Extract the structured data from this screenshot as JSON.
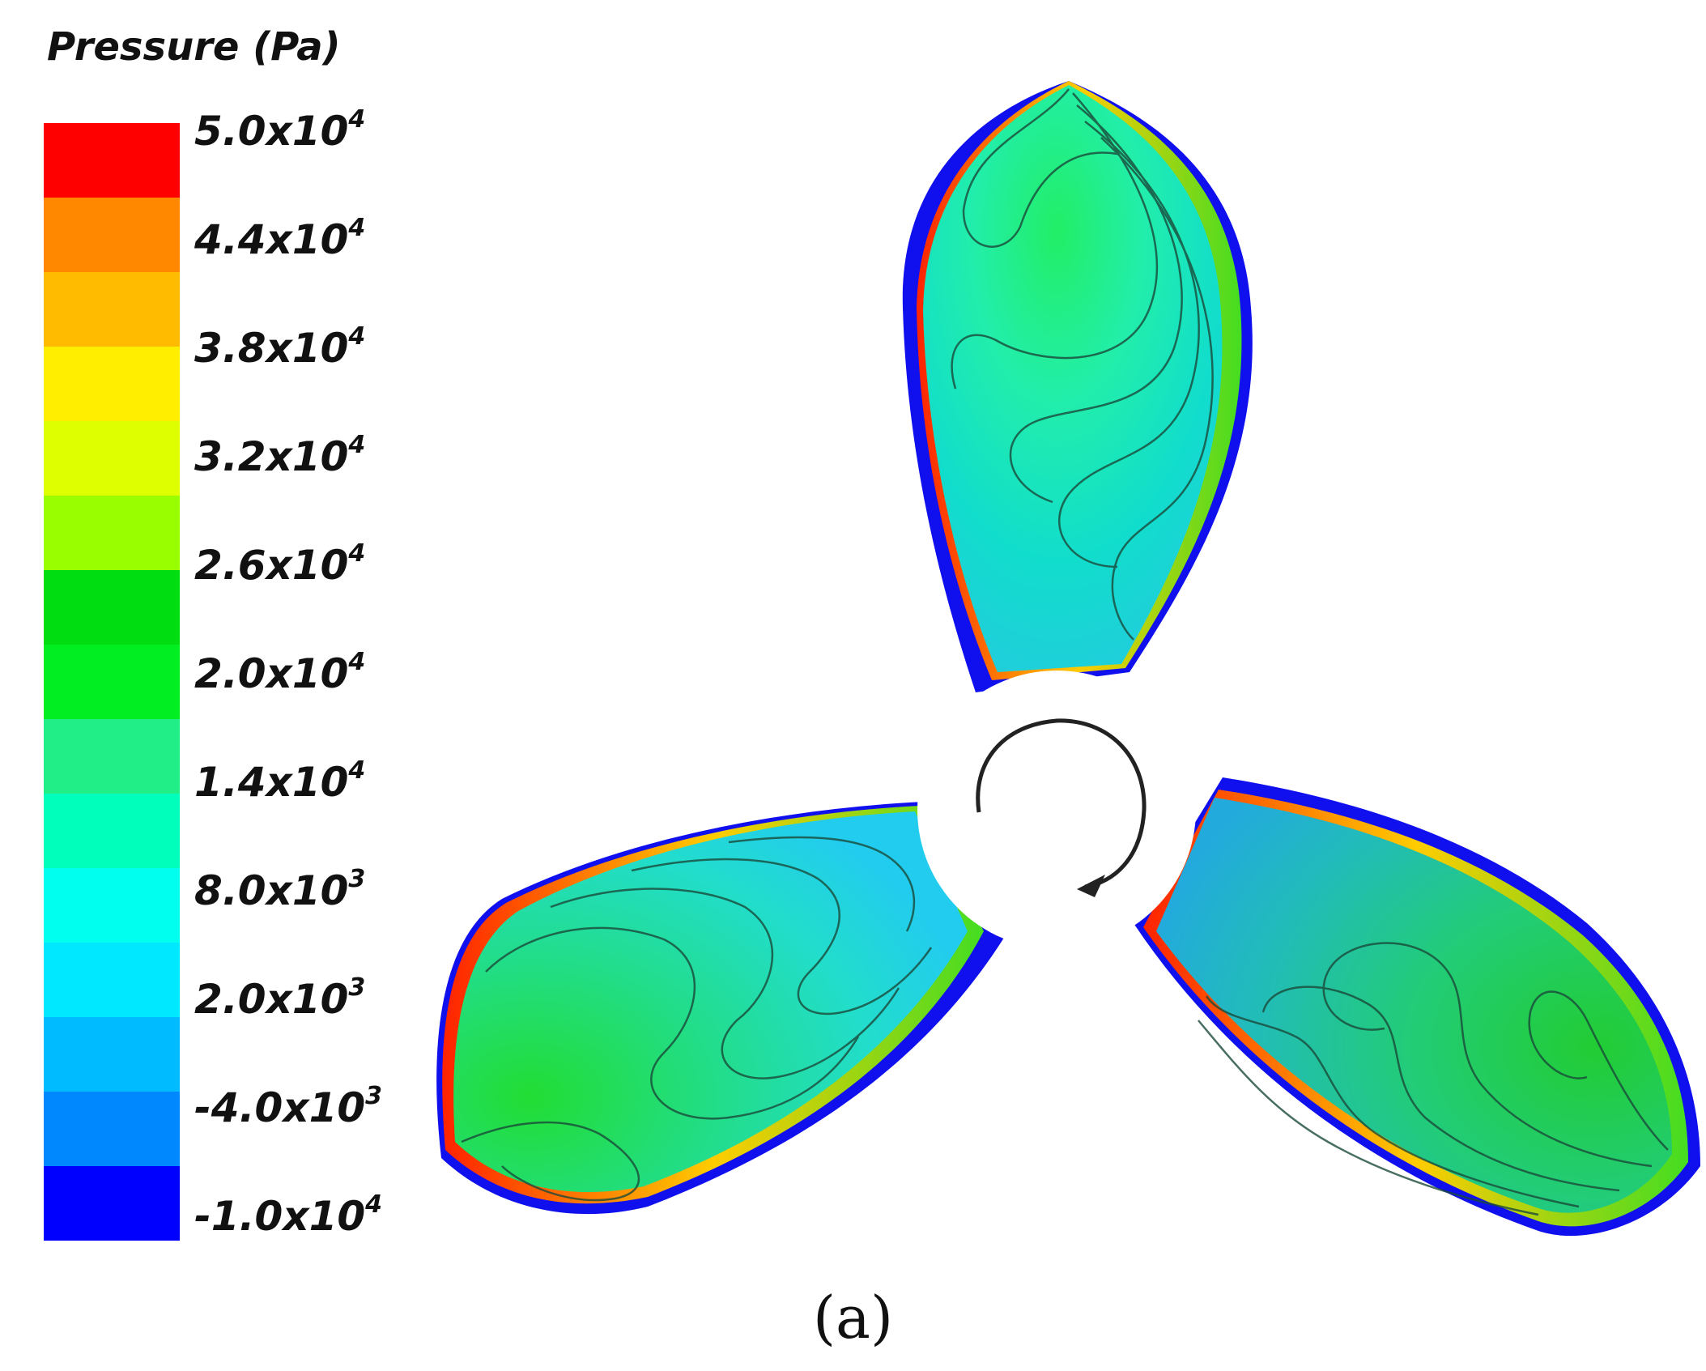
{
  "legend": {
    "title": "Pressure (Pa)",
    "colors": [
      "#ff0000",
      "#ff8800",
      "#ffbb00",
      "#ffee00",
      "#ddff00",
      "#99ff00",
      "#00dd11",
      "#00ee22",
      "#22ee88",
      "#00ffbb",
      "#00ffee",
      "#00e8ff",
      "#00bbff",
      "#0088ff",
      "#0000ff"
    ],
    "ticks": [
      {
        "mantissa": "5.0x10",
        "exp": "4"
      },
      {
        "mantissa": "4.4x10",
        "exp": "4"
      },
      {
        "mantissa": "3.8x10",
        "exp": "4"
      },
      {
        "mantissa": "3.2x10",
        "exp": "4"
      },
      {
        "mantissa": "2.6x10",
        "exp": "4"
      },
      {
        "mantissa": "2.0x10",
        "exp": "4"
      },
      {
        "mantissa": "1.4x10",
        "exp": "4"
      },
      {
        "mantissa": "8.0x10",
        "exp": "3"
      },
      {
        "mantissa": "2.0x10",
        "exp": "3"
      },
      {
        "mantissa": "-4.0x10",
        "exp": "3"
      },
      {
        "mantissa": "-1.0x10",
        "exp": "4"
      }
    ]
  },
  "panel_label": "(a)",
  "rotation_direction": "clockwise",
  "blade_count": 3
}
